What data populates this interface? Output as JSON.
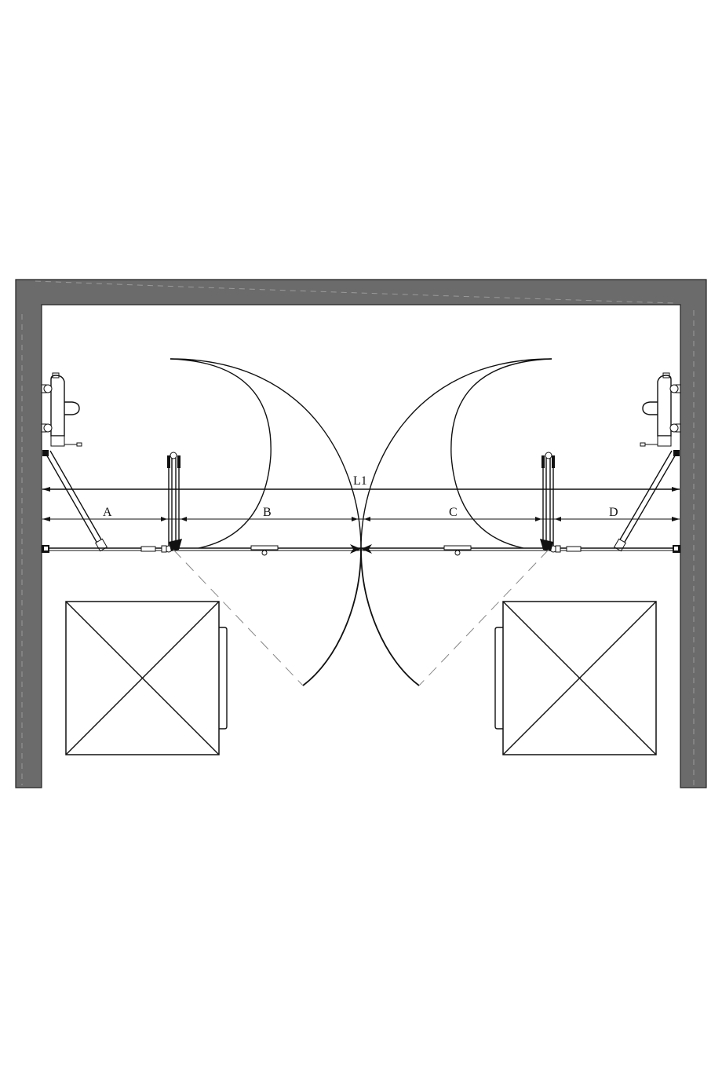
{
  "diagram": {
    "title": "",
    "type": "shower enclosure plan view - double pivot doors with side panels",
    "colors": {
      "wall": "#6b6b6b",
      "line": "#111111",
      "background": "#ffffff",
      "ghost_line": "#888888"
    },
    "dimensions": {
      "overall_label": "L1",
      "segments": [
        {
          "id": "A",
          "label": "A"
        },
        {
          "id": "B",
          "label": "B"
        },
        {
          "id": "C",
          "label": "C"
        },
        {
          "id": "D",
          "label": "D"
        }
      ]
    },
    "elements": [
      {
        "name": "wall-enclosure",
        "desc": "U-shaped wall (top, left, right) in dark grey"
      },
      {
        "name": "mixer-valve-left",
        "desc": "Wall-mounted thermostatic mixer on left wall"
      },
      {
        "name": "mixer-valve-right",
        "desc": "Wall-mounted thermostatic mixer on right wall"
      },
      {
        "name": "support-bar-left",
        "desc": "Diagonal wall support bar, left"
      },
      {
        "name": "support-bar-right",
        "desc": "Diagonal wall support bar, right"
      },
      {
        "name": "door-left",
        "desc": "Left pivot door with swing arcs"
      },
      {
        "name": "door-right",
        "desc": "Right pivot door with swing arcs"
      },
      {
        "name": "fixture-left",
        "desc": "Square fixture (X box) bottom-left"
      },
      {
        "name": "fixture-right",
        "desc": "Square fixture (X box) bottom-right"
      }
    ]
  }
}
